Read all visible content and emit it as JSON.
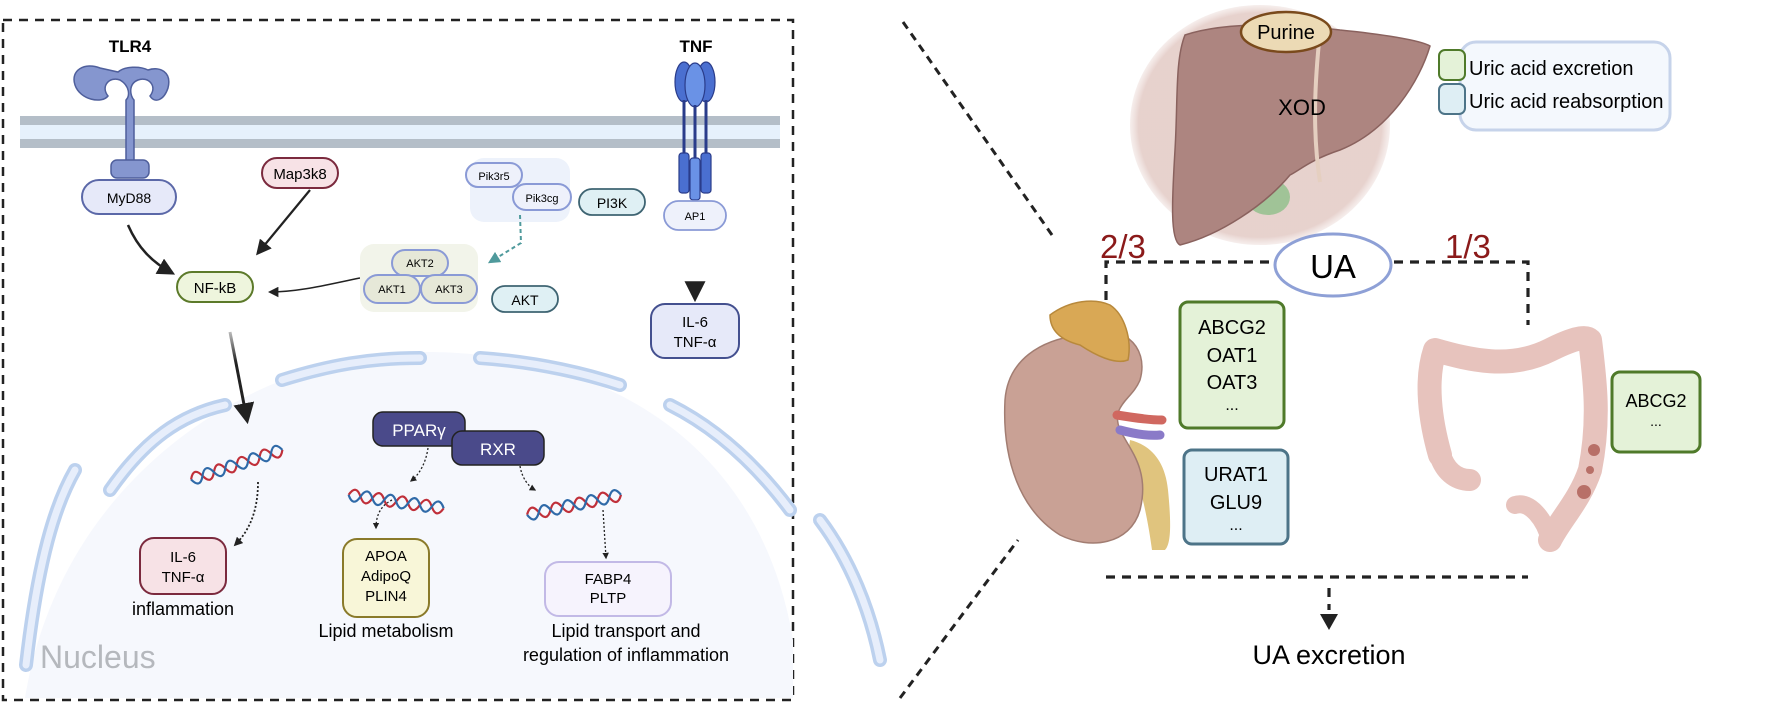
{
  "left_panel": {
    "receptors": {
      "tlr4": "TLR4",
      "tnf": "TNF"
    },
    "cytoplasm": {
      "myd88": "MyD88",
      "map3k8": "Map3k8",
      "nfkb": "NF-kB",
      "pik3r5": "Pik3r5",
      "pik3cg": "Pik3cg",
      "pi3k": "PI3K",
      "akt1": "AKT1",
      "akt2": "AKT2",
      "akt3": "AKT3",
      "akt": "AKT",
      "ap1": "AP1",
      "tnf_output": {
        "line1": "IL-6",
        "line2": "TNF-α"
      }
    },
    "nucleus": {
      "label": "Nucleus",
      "ppar": "PPARγ",
      "rxr": "RXR",
      "inflammation_box": {
        "line1": "IL-6",
        "line2": "TNF-α"
      },
      "inflammation_caption": "inflammation",
      "lipid_box": {
        "line1": "APOA",
        "line2": "AdipoQ",
        "line3": "PLIN4"
      },
      "lipid_caption": "Lipid metabolism",
      "transport_box": {
        "line1": "FABP4",
        "line2": "PLTP"
      },
      "transport_caption": {
        "line1": "Lipid transport and",
        "line2": "regulation of inflammation"
      }
    }
  },
  "right_panel": {
    "liver": {
      "purine": "Purine",
      "enzyme": "XOD"
    },
    "legend": [
      {
        "label": "Uric acid excretion",
        "color": "#e4f2d8",
        "border": "#4f7a2a"
      },
      {
        "label": "Uric acid reabsorption",
        "color": "#deeef4",
        "border": "#4d7488"
      }
    ],
    "ua_node": "UA",
    "kidney_fraction": "2/3",
    "intestine_fraction": "1/3",
    "kidney_excretion_box": [
      "ABCG2",
      "OAT1",
      "OAT3",
      "..."
    ],
    "kidney_reabsorption_box": [
      "URAT1",
      "GLU9",
      "..."
    ],
    "intestine_excretion_box": [
      "ABCG2",
      "..."
    ],
    "output": "UA excretion"
  },
  "colors": {
    "fraction": "#8b1a1a",
    "membrane": "#b4bec8",
    "receptor": "#7b8fcf",
    "ppar": "#4a4a8a"
  }
}
